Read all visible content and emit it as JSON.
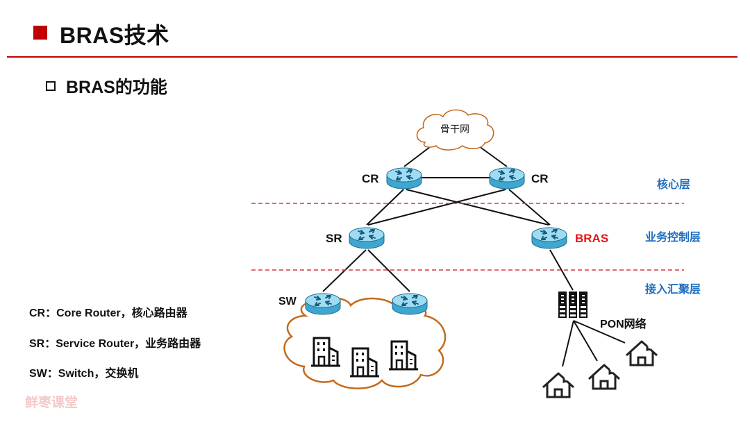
{
  "header": {
    "title": "BRAS技术",
    "subtitle": "BRAS的功能"
  },
  "diagram": {
    "backbone_label": "骨干网",
    "nodes": {
      "cr_left": "CR",
      "cr_right": "CR",
      "sr": "SR",
      "bras": "BRAS",
      "sw": "SW",
      "pon": "PON网络"
    },
    "layers": [
      {
        "label": "核心层"
      },
      {
        "label": "业务控制层"
      },
      {
        "label": "接入汇聚层"
      }
    ],
    "colors": {
      "layer_text": "#1f6fbf",
      "bras_text": "#e8141c",
      "cloud_stroke": "#c46a1c",
      "router_fill": "#8fd3ef",
      "dashed_line": "#e0353a",
      "accent": "#c00000"
    }
  },
  "legend": [
    "CR：Core Router，核心路由器",
    "SR：Service Router，业务路由器",
    "SW：Switch，交换机"
  ],
  "watermark": "鲜枣课堂"
}
